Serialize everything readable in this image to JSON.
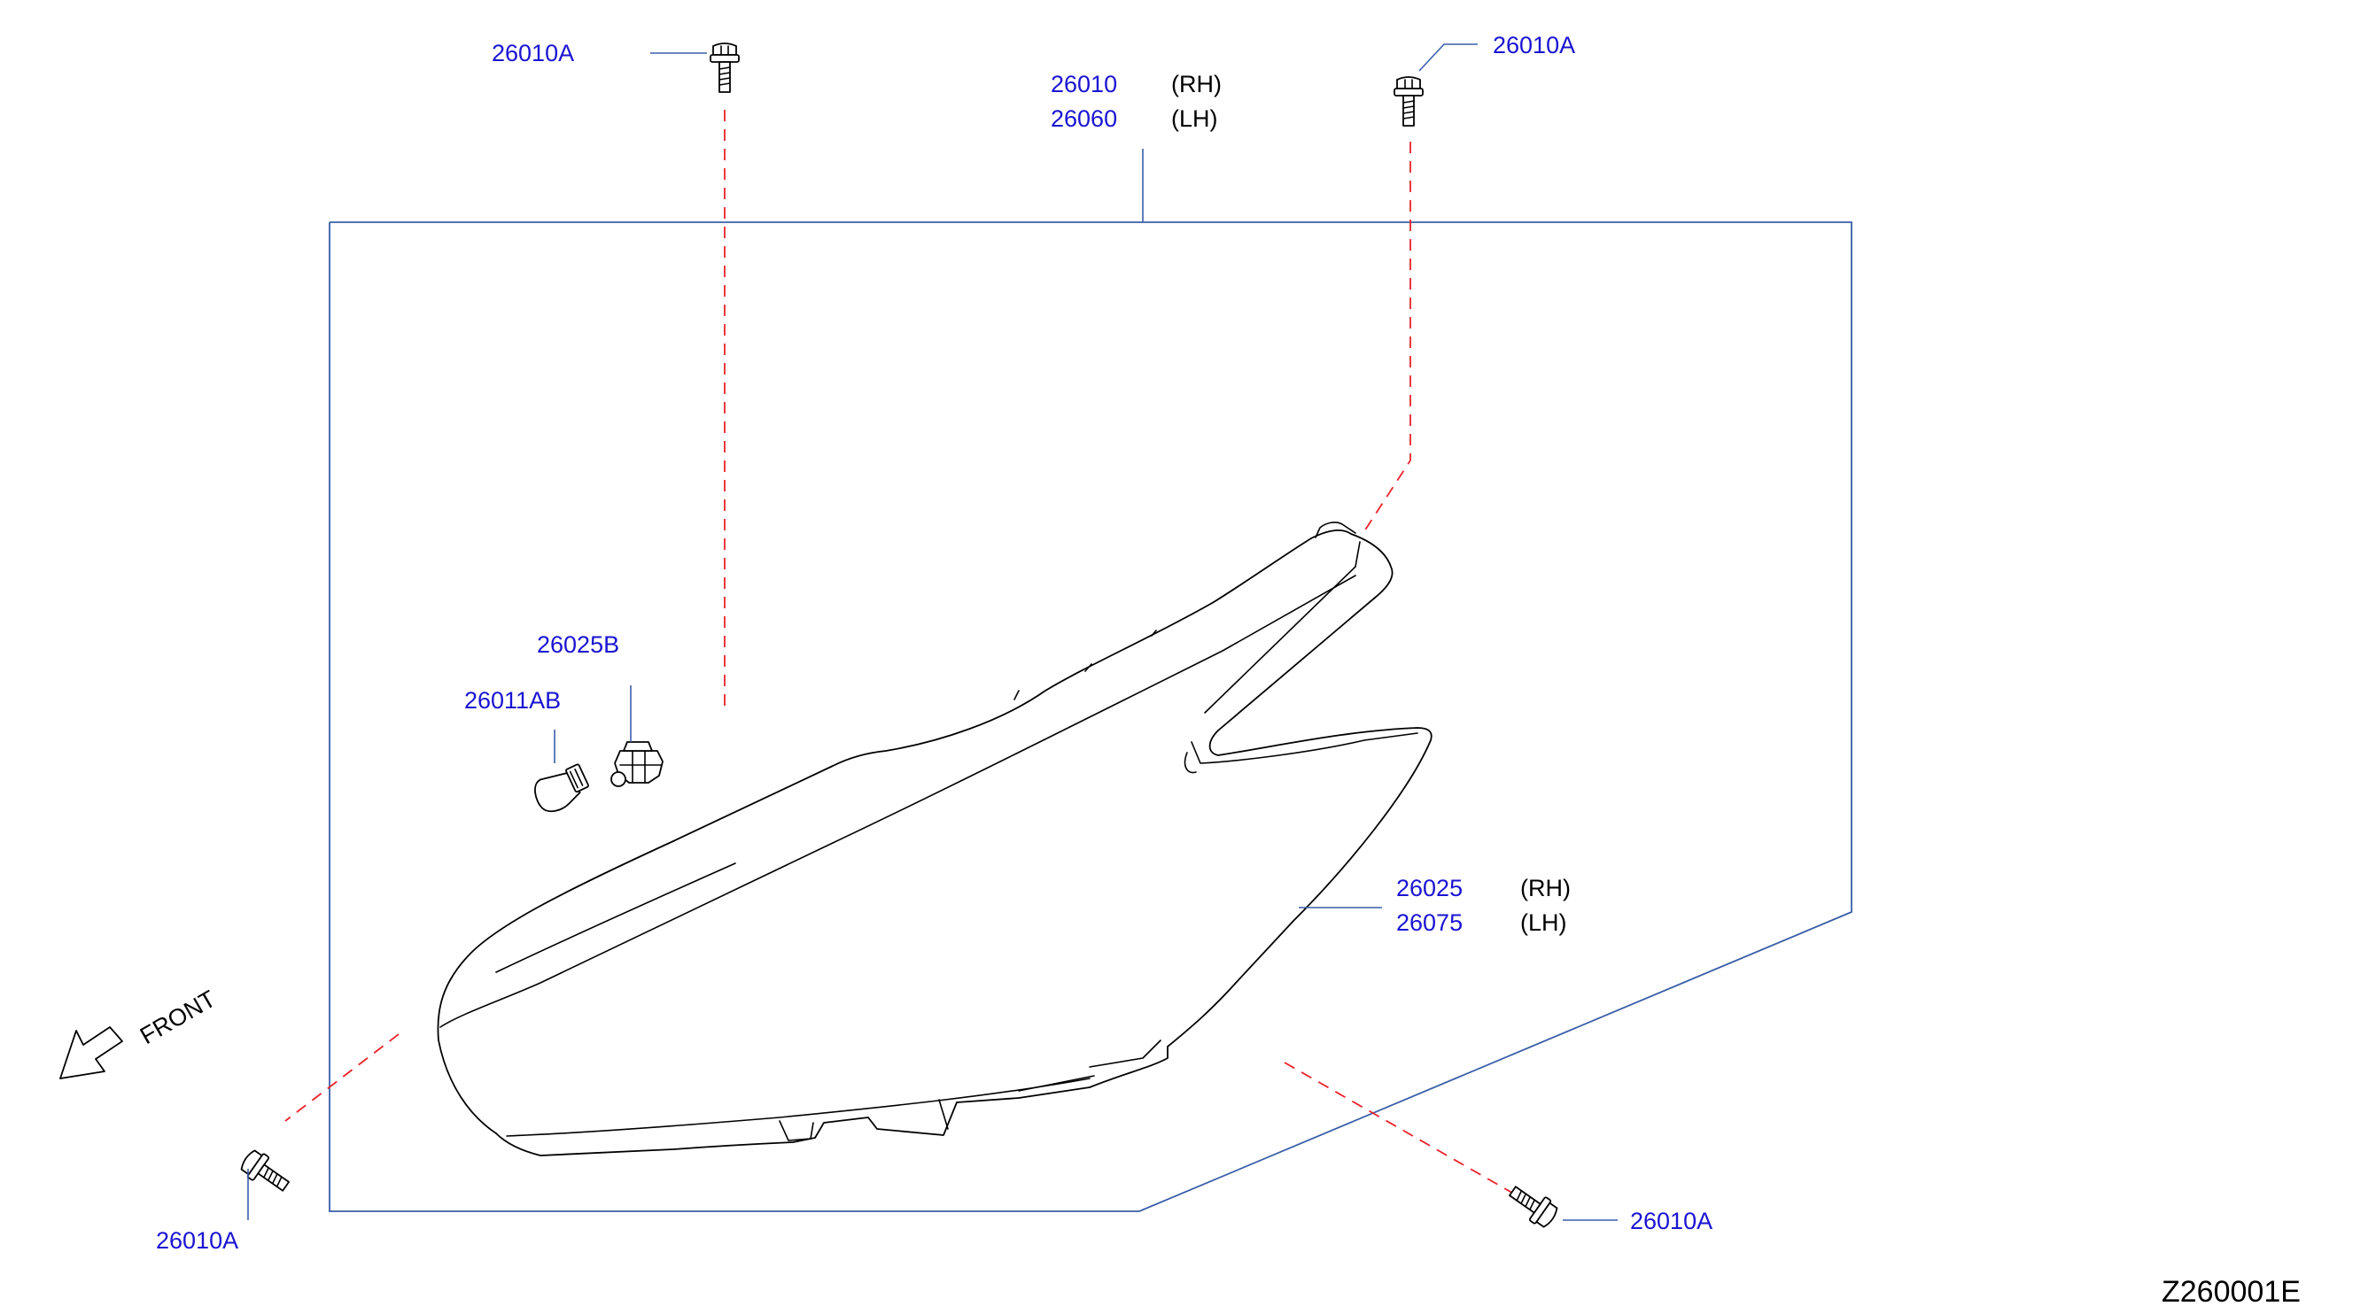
{
  "labels": {
    "assembly_rh_part": "26010",
    "assembly_rh_side": "(RH)",
    "assembly_lh_part": "26060",
    "assembly_lh_side": "(LH)",
    "bolt_top_left": "26010A",
    "bolt_top_right": "26010A",
    "bolt_bottom_left": "26010A",
    "bolt_bottom_right": "26010A",
    "socket": "26025B",
    "bulb": "26011AB",
    "lamp_rh_part": "26025",
    "lamp_rh_side": "(RH)",
    "lamp_lh_part": "26075",
    "lamp_lh_side": "(LH)",
    "direction": "FRONT",
    "diagram_code": "Z260001E"
  },
  "colors": {
    "part_number_text": "#1a14d2",
    "leader_line": "#3a5ea8",
    "hidden_line": "#e8232a",
    "outline": "#000000"
  },
  "icons": {
    "bolt": "flange-bolt-icon",
    "bulb": "wedge-bulb-icon",
    "socket": "bulb-socket-icon",
    "direction_arrow": "front-arrow-icon"
  }
}
